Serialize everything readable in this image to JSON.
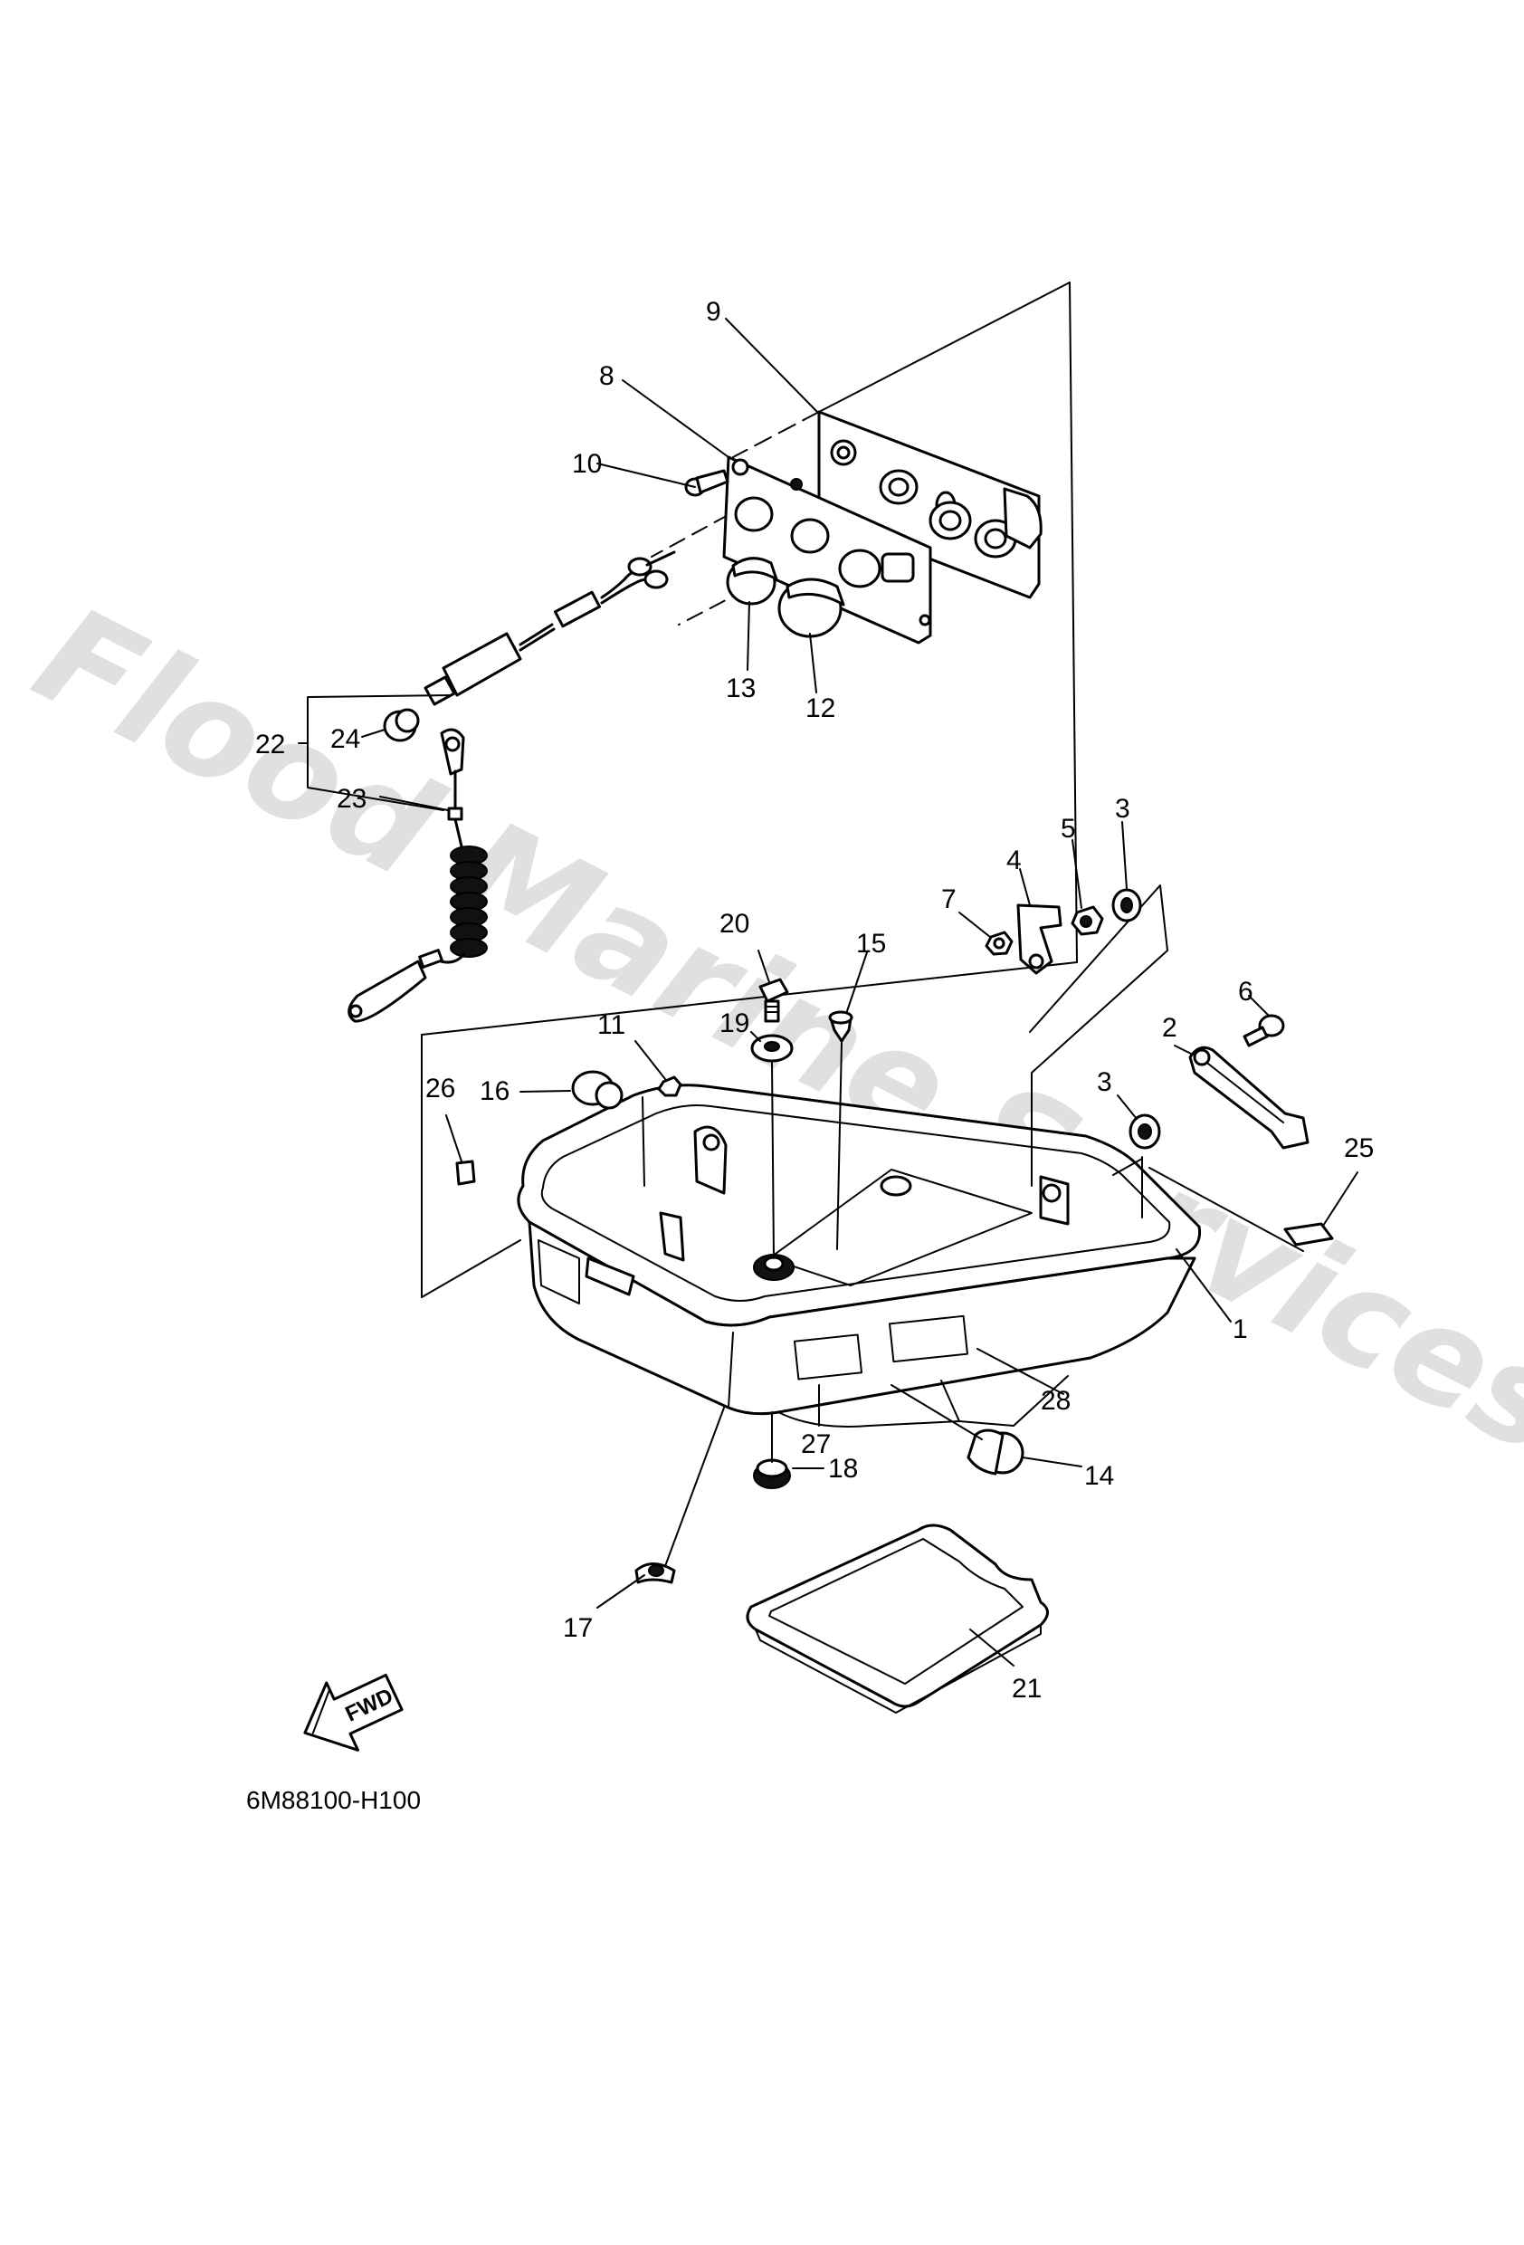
{
  "watermark": {
    "text": "Flood Marine Services",
    "color": "#d6d6d6"
  },
  "diagram_code": "6M88100-H100",
  "fwd_arrow": {
    "label": "FWD",
    "icon": "fwd-arrow-icon"
  },
  "callouts": {
    "c1": "1",
    "c2": "2",
    "c3a": "3",
    "c3b": "3",
    "c4": "4",
    "c5": "5",
    "c6": "6",
    "c7": "7",
    "c8": "8",
    "c9": "9",
    "c10": "10",
    "c11": "11",
    "c12": "12",
    "c13": "13",
    "c14": "14",
    "c15": "15",
    "c16": "16",
    "c17": "17",
    "c18": "18",
    "c19": "19",
    "c20": "20",
    "c21": "21",
    "c22": "22",
    "c23": "23",
    "c24": "24",
    "c25": "25",
    "c26": "26",
    "c27": "27",
    "c28": "28"
  }
}
